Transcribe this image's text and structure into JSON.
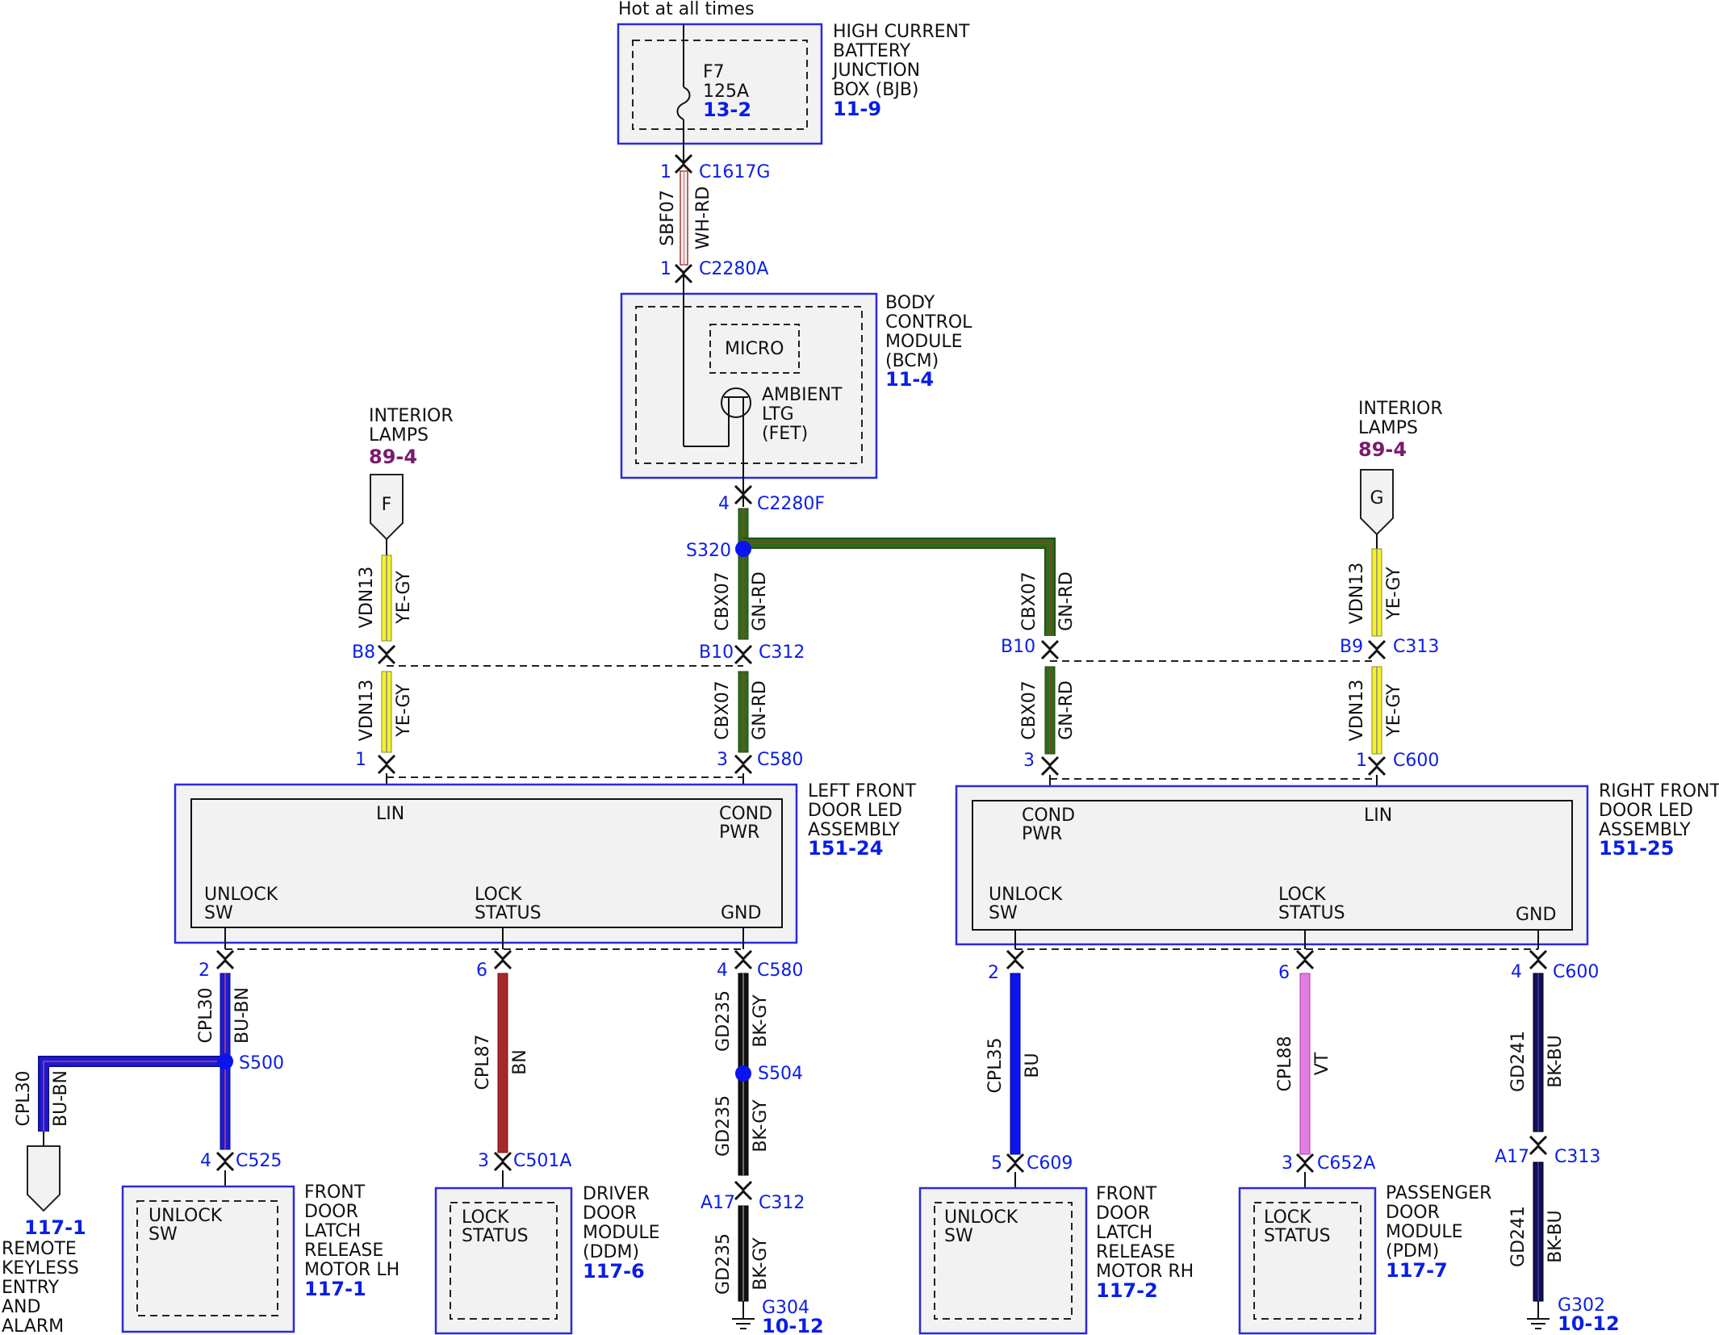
{
  "colors": {
    "connector_text": "#0a1ee6",
    "reference_text": "#0a1ee6",
    "reference_purple": "#7a1a6e",
    "box_border": "#2a2adc",
    "box_fill": "#f2f2f2",
    "wire_gn_rd": "#2f6b1a",
    "wire_ye_gy": "#f5f22a",
    "wire_bu_bn": "#1a1ad8",
    "wire_bn": "#a82828",
    "wire_bk_gy": "#111111",
    "wire_bu": "#0b13ee",
    "wire_vt": "#e27de2",
    "wire_bk_bu": "#111155",
    "splice": "#0b13ee"
  },
  "header": {
    "hot": "Hot at all times"
  },
  "bjb": {
    "title": [
      "HIGH CURRENT",
      "BATTERY",
      "JUNCTION",
      "BOX (BJB)"
    ],
    "ref": "11-9",
    "fuse_name": "F7",
    "fuse_rating": "125A",
    "fuse_ref": "13-2"
  },
  "bcm": {
    "title": [
      "BODY",
      "CONTROL",
      "MODULE",
      "(BCM)"
    ],
    "ref": "11-4",
    "micro": "MICRO",
    "fet": [
      "AMBIENT",
      "LTG",
      "(FET)"
    ]
  },
  "interior_lamps_left": {
    "title": [
      "INTERIOR",
      "LAMPS"
    ],
    "ref": "89-4",
    "letter": "F"
  },
  "interior_lamps_right": {
    "title": [
      "INTERIOR",
      "LAMPS"
    ],
    "ref": "89-4",
    "letter": "G"
  },
  "left_door": {
    "title": [
      "LEFT FRONT",
      "DOOR LED",
      "ASSEMBLY"
    ],
    "ref": "151-24",
    "pins": {
      "lin": "LIN",
      "cond": [
        "COND",
        "PWR"
      ],
      "unlock": [
        "UNLOCK",
        "SW"
      ],
      "lock": [
        "LOCK",
        "STATUS"
      ],
      "gnd": "GND"
    }
  },
  "right_door": {
    "title": [
      "RIGHT FRONT",
      "DOOR LED",
      "ASSEMBLY"
    ],
    "ref": "151-25",
    "pins": {
      "lin": "LIN",
      "cond": [
        "COND",
        "PWR"
      ],
      "unlock": [
        "UNLOCK",
        "SW"
      ],
      "lock": [
        "LOCK",
        "STATUS"
      ],
      "gnd": "GND"
    }
  },
  "latch_lh": {
    "inner": [
      "UNLOCK",
      "SW"
    ],
    "title": [
      "FRONT",
      "DOOR",
      "LATCH",
      "RELEASE",
      "MOTOR LH"
    ],
    "ref": "117-1"
  },
  "ddm": {
    "inner": [
      "LOCK",
      "STATUS"
    ],
    "title": [
      "DRIVER",
      "DOOR",
      "MODULE",
      "(DDM)"
    ],
    "ref": "117-6"
  },
  "latch_rh": {
    "inner": [
      "UNLOCK",
      "SW"
    ],
    "title": [
      "FRONT",
      "DOOR",
      "LATCH",
      "RELEASE",
      "MOTOR RH"
    ],
    "ref": "117-2"
  },
  "pdm": {
    "inner": [
      "LOCK",
      "STATUS"
    ],
    "title": [
      "PASSENGER",
      "DOOR",
      "MODULE",
      "(PDM)"
    ],
    "ref": "117-7"
  },
  "rke": {
    "ref": "117-1",
    "title": [
      "REMOTE",
      "KEYLESS",
      "ENTRY",
      "AND",
      "ALARM"
    ]
  },
  "grounds": {
    "left": {
      "name": "G304",
      "ref": "10-12"
    },
    "right": {
      "name": "G302",
      "ref": "10-12"
    }
  },
  "connectors": [
    {
      "id": "c1617g",
      "pin": "1",
      "name": "C1617G"
    },
    {
      "id": "c2280a",
      "pin": "1",
      "name": "C2280A"
    },
    {
      "id": "c2280f",
      "pin": "4",
      "name": "C2280F"
    },
    {
      "id": "c312-lin-l",
      "pin": "B8",
      "name": ""
    },
    {
      "id": "c312-cond-l",
      "pin": "B10",
      "name": "C312"
    },
    {
      "id": "c580-lin",
      "pin": "1",
      "name": ""
    },
    {
      "id": "c580-cond",
      "pin": "3",
      "name": "C580"
    },
    {
      "id": "c313-cond-r",
      "pin": "B10",
      "name": ""
    },
    {
      "id": "c313-lin-r",
      "pin": "B9",
      "name": "C313"
    },
    {
      "id": "c600-cond",
      "pin": "3",
      "name": ""
    },
    {
      "id": "c600-lin",
      "pin": "1",
      "name": "C600"
    },
    {
      "id": "c580-unlock",
      "pin": "2",
      "name": ""
    },
    {
      "id": "c580-lock",
      "pin": "6",
      "name": ""
    },
    {
      "id": "c580-gnd",
      "pin": "4",
      "name": "C580"
    },
    {
      "id": "c600-unlock",
      "pin": "2",
      "name": ""
    },
    {
      "id": "c600-lock",
      "pin": "6",
      "name": ""
    },
    {
      "id": "c600-gnd",
      "pin": "4",
      "name": "C600"
    },
    {
      "id": "c525",
      "pin": "4",
      "name": "C525"
    },
    {
      "id": "c501a",
      "pin": "3",
      "name": "C501A"
    },
    {
      "id": "c312-gnd",
      "pin": "A17",
      "name": "C312"
    },
    {
      "id": "c609",
      "pin": "5",
      "name": "C609"
    },
    {
      "id": "c652a",
      "pin": "3",
      "name": "C652A"
    },
    {
      "id": "c313-gnd",
      "pin": "A17",
      "name": "C313"
    }
  ],
  "splices": [
    {
      "id": "s320",
      "name": "S320"
    },
    {
      "id": "s500",
      "name": "S500"
    },
    {
      "id": "s504",
      "name": "S504"
    }
  ],
  "wires": [
    {
      "id": "sbf07",
      "circuit": "SBF07",
      "color": "WH-RD"
    },
    {
      "id": "vdn13-l-top",
      "circuit": "VDN13",
      "color": "YE-GY"
    },
    {
      "id": "vdn13-l-bot",
      "circuit": "VDN13",
      "color": "YE-GY"
    },
    {
      "id": "cbx07-l-top",
      "circuit": "CBX07",
      "color": "GN-RD"
    },
    {
      "id": "cbx07-l-bot",
      "circuit": "CBX07",
      "color": "GN-RD"
    },
    {
      "id": "cbx07-r-top",
      "circuit": "CBX07",
      "color": "GN-RD"
    },
    {
      "id": "cbx07-r-bot",
      "circuit": "CBX07",
      "color": "GN-RD"
    },
    {
      "id": "vdn13-r-top",
      "circuit": "VDN13",
      "color": "YE-GY"
    },
    {
      "id": "vdn13-r-bot",
      "circuit": "VDN13",
      "color": "YE-GY"
    },
    {
      "id": "cpl30-a",
      "circuit": "CPL30",
      "color": "BU-BN"
    },
    {
      "id": "cpl30-b",
      "circuit": "CPL30",
      "color": "BU-BN"
    },
    {
      "id": "cpl87",
      "circuit": "CPL87",
      "color": "BN"
    },
    {
      "id": "gd235-a",
      "circuit": "GD235",
      "color": "BK-GY"
    },
    {
      "id": "gd235-b",
      "circuit": "GD235",
      "color": "BK-GY"
    },
    {
      "id": "gd235-c",
      "circuit": "GD235",
      "color": "BK-GY"
    },
    {
      "id": "cpl35",
      "circuit": "CPL35",
      "color": "BU"
    },
    {
      "id": "cpl88",
      "circuit": "CPL88",
      "color": "VT"
    },
    {
      "id": "gd241-a",
      "circuit": "GD241",
      "color": "BK-BU"
    },
    {
      "id": "gd241-b",
      "circuit": "GD241",
      "color": "BK-BU"
    }
  ]
}
